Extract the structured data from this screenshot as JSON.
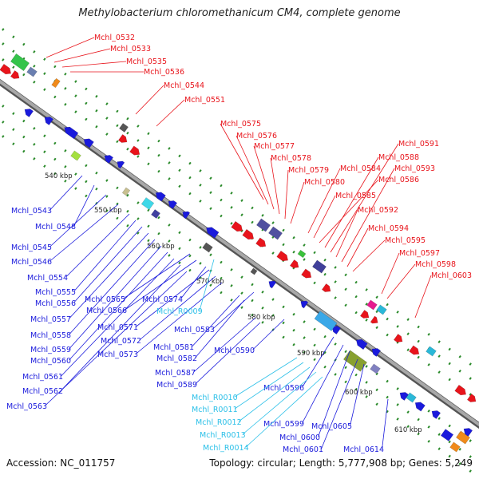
{
  "title": "Methylobacterium chloromethanicum CM4, complete genome",
  "accession": "Accession: NC_011757",
  "summary": "Topology: circular; Length: 5,777,908 bp; Genes: 5,249",
  "colors": {
    "forward": "#e8141b",
    "reverse": "#1a1adc",
    "rna": "#2cc0e8",
    "backbone": "#8c8c8c",
    "dots": "#2a8a2a"
  },
  "ticks": [
    "540 kbp",
    "550 kbp",
    "560 kbp",
    "570 kbp",
    "580 kbp",
    "590 kbp",
    "600 kbp",
    "610 kbp"
  ],
  "forward_labels": [
    "Mchl_0532",
    "Mchl_0533",
    "Mchl_0535",
    "Mchl_0536",
    "Mchl_0544",
    "Mchl_0551",
    "Mchl_0575",
    "Mchl_0576",
    "Mchl_0577",
    "Mchl_0578",
    "Mchl_0579",
    "Mchl_0580",
    "Mchl_0584",
    "Mchl_0585",
    "Mchl_0586",
    "Mchl_0588",
    "Mchl_0591",
    "Mchl_0592",
    "Mchl_0593",
    "Mchl_0594",
    "Mchl_0595",
    "Mchl_0597",
    "Mchl_0598",
    "Mchl_0603"
  ],
  "reverse_labels": [
    "Mchl_0543",
    "Mchl_0548",
    "Mchl_0545",
    "Mchl_0546",
    "Mchl_0554",
    "Mchl_0555",
    "Mchl_0556",
    "Mchl_0557",
    "Mchl_0558",
    "Mchl_0559",
    "Mchl_0560",
    "Mchl_0561",
    "Mchl_0562",
    "Mchl_0563",
    "Mchl_0565",
    "Mchl_0566",
    "Mchl_0571",
    "Mchl_0572",
    "Mchl_0573",
    "Mchl_0574",
    "Mchl_0581",
    "Mchl_0582",
    "Mchl_0583",
    "Mchl_0587",
    "Mchl_0589",
    "Mchl_0590",
    "Mchl_0596",
    "Mchl_0599",
    "Mchl_0600",
    "Mchl_0601",
    "Mchl_0605",
    "Mchl_0614"
  ],
  "rna_labels": [
    "Mchl_R0009",
    "Mchl_R0010",
    "Mchl_R0011",
    "Mchl_R0012",
    "Mchl_R0013",
    "Mchl_R0014"
  ]
}
